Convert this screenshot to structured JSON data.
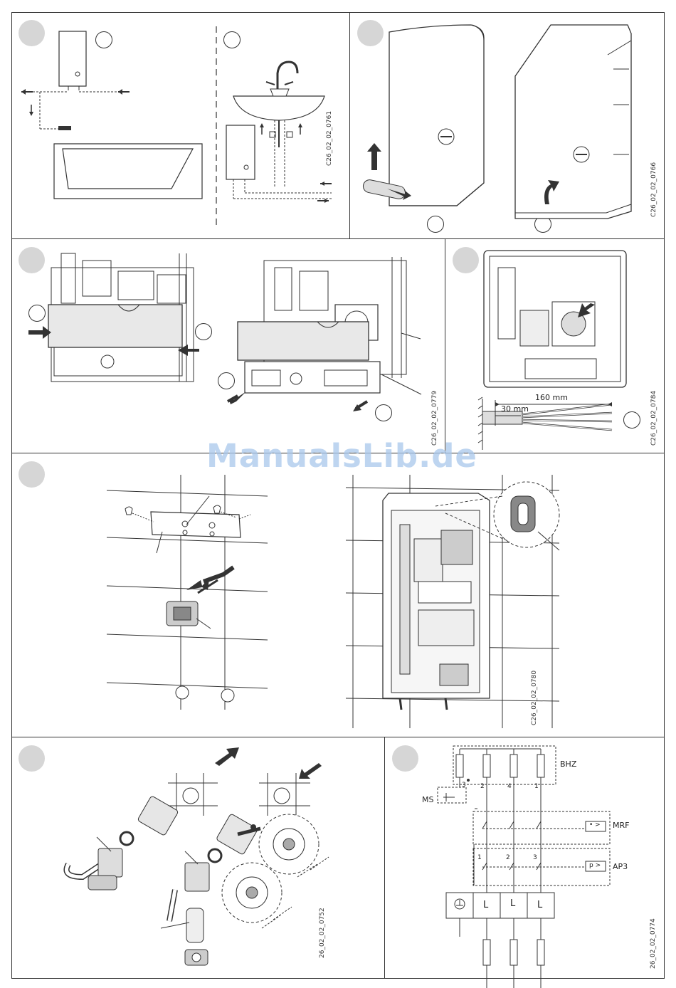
{
  "watermark": "ManualsLib.de",
  "panels": {
    "p1": {
      "code": "C26_02_02_0761"
    },
    "p2": {
      "code": "C26_02_02_0766"
    },
    "p3": {
      "code": "C26_02_02_0779"
    },
    "p4": {
      "code": "C26_02_02_0784",
      "dim_total": "160 mm",
      "dim_strip": "30 mm"
    },
    "p5": {
      "code": "C26_02_02_0780"
    },
    "p6": {
      "code": "26_02_02_0752"
    },
    "p7": {
      "code": "26_02_02_0774",
      "labels": {
        "bhz": "BHZ",
        "ms": "MS",
        "mrf": "MRF",
        "ap3": "AP3"
      },
      "terminal_numbers": [
        "3",
        "2",
        "4",
        "1"
      ],
      "contact_numbers": [
        "1",
        "2",
        "3"
      ],
      "terminal_block": [
        "L",
        "L",
        "L"
      ],
      "relay_symbol": "p >",
      "mrf_symbol": "• >"
    }
  },
  "colors": {
    "step_dot": "#d6d6d6",
    "line": "#333333",
    "watermark": "#a9c8ec"
  }
}
